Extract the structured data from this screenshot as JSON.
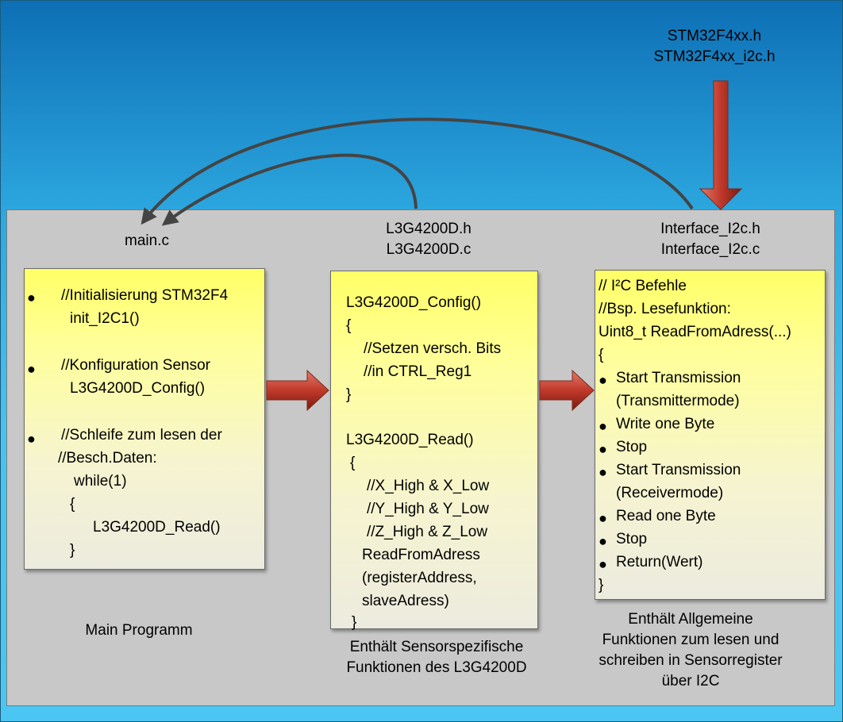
{
  "header": {
    "stm_files": [
      "STM32F4xx.h",
      "STM32F4xx_i2c.h"
    ]
  },
  "labels": {
    "main": "main.c",
    "sensor": [
      "L3G4200D.h",
      "L3G4200D.c"
    ],
    "interface": [
      "Interface_I2c.h",
      "Interface_I2c.c"
    ]
  },
  "main_box": {
    "lines": [
      "//Initialisierung STM32F4",
      "init_I2C1()",
      "//Konfiguration Sensor",
      "L3G4200D_Config()",
      "//Schleife zum lesen der",
      "//Besch.Daten:",
      "while(1)",
      "{",
      "L3G4200D_Read()",
      "}"
    ]
  },
  "sensor_box": {
    "lines": [
      "L3G4200D_Config()",
      "{",
      "//Setzen versch. Bits",
      "//in CTRL_Reg1",
      "}",
      "L3G4200D_Read()",
      "{",
      "//X_High & X_Low",
      "//Y_High & Y_Low",
      "//Z_High & Z_Low",
      "ReadFromAdress",
      "(registerAddress,",
      "slaveAdress)",
      "}"
    ]
  },
  "interface_box": {
    "header_lines": [
      "// I²C Befehle",
      "//Bsp. Lesefunktion:",
      "Uint8_t ReadFromAdress(...)",
      "{"
    ],
    "items": [
      "Start Transmission",
      "(Transmittermode)",
      "Write one Byte",
      "Stop",
      "Start Transmission",
      "(Receivermode)",
      "Read one Byte",
      "Stop",
      "Return(Wert)"
    ],
    "closing": "}"
  },
  "captions": {
    "main": "Main Programm",
    "sensor": [
      "Enthält Sensorspezifische",
      "Funktionen des L3G4200D"
    ],
    "interface": [
      "Enthält Allgemeine",
      "Funktionen zum lesen und",
      "schreiben in Sensorregister",
      "über I2C"
    ]
  },
  "colors": {
    "background_top": "#0d6fb5",
    "background_bottom": "#4bc6f2",
    "panel": "#c8c8c8",
    "box_top": "#ffff66",
    "arrow_red": "#c0392b",
    "arrow_gray": "#444444"
  }
}
